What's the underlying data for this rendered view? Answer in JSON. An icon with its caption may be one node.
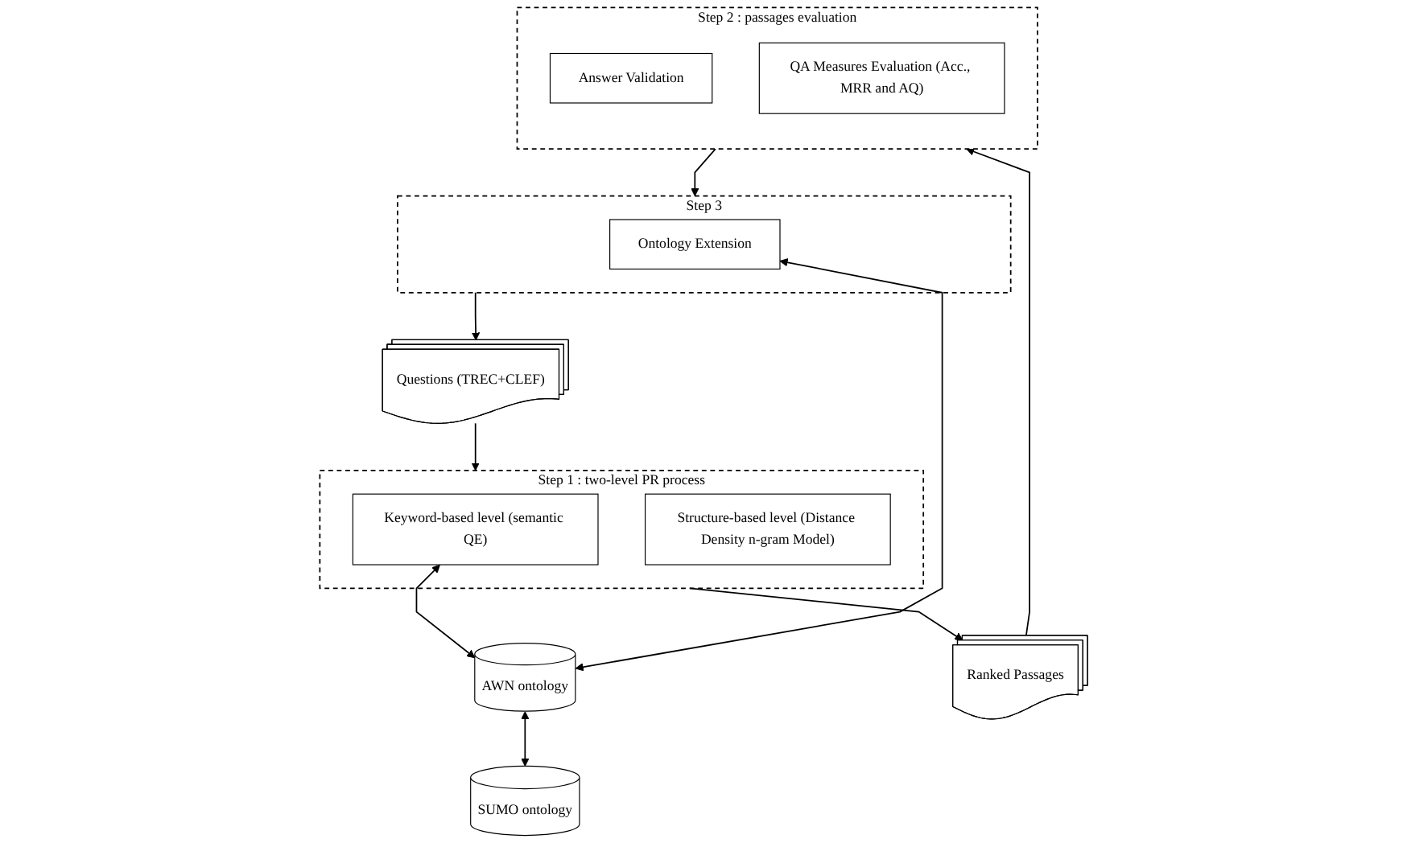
{
  "diagram": {
    "nodes": [
      {
        "text": [
          "Questions (TREC+CLEF)"
        ]
      },
      {
        "text": [
          "Step 1 : two-level PR process"
        ]
      },
      {
        "text": [
          "Keyword-based level (semantic QE)"
        ],
        "in": 1
      },
      {
        "text": [
          "Structure-based level (Distance Density n-gram Model)"
        ],
        "in": 1
      },
      {
        "text": [
          "AWN ontology"
        ]
      },
      {
        "text": [
          "Step 3"
        ]
      },
      {
        "text": [
          "Ontology Extension"
        ],
        "in": 5
      },
      {
        "text": [
          "SUMO ontology"
        ]
      },
      {
        "text": [
          "Ranked Passages"
        ]
      },
      {
        "text": [
          "Step 2 : passages evaluation"
        ]
      },
      {
        "text": [
          "Answer Validation"
        ],
        "in": 9
      },
      {
        "text": [
          "QA Measures Evaluation (Acc., MRR and AQ)"
        ],
        "in": 9
      }
    ],
    "edges": [
      {
        "from": 5,
        "to": 0,
        "arrow": "to"
      },
      {
        "from": 0,
        "to": 1,
        "arrow": "to"
      },
      {
        "from": 2,
        "to": 4,
        "arrow": "both"
      },
      {
        "from": 4,
        "to": 6,
        "arrow": "both"
      },
      {
        "from": 4,
        "to": 7,
        "arrow": "both"
      },
      {
        "from": 1,
        "to": 8,
        "arrow": "to"
      },
      {
        "from": 8,
        "to": 9,
        "arrow": "to"
      },
      {
        "from": 9,
        "to": 5,
        "arrow": "to"
      }
    ]
  }
}
